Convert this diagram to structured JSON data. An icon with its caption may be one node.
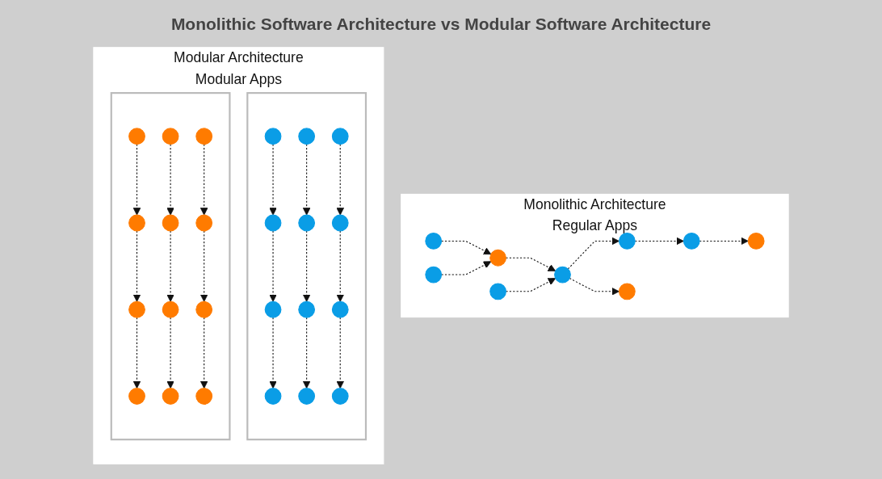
{
  "diagram": {
    "title": "Monolithic Software Architecture vs Modular Software Architecture",
    "nodes": [
      {
        "text": [
          "Monolithic Architecture",
          "Regular Apps"
        ]
      },
      {
        "text": [],
        "shape": "circle",
        "in": 0
      },
      {
        "text": [],
        "shape": "circle",
        "in": 0
      },
      {
        "text": [],
        "shape": "circle",
        "in": 0
      },
      {
        "text": [],
        "shape": "circle",
        "in": 0
      },
      {
        "text": [],
        "shape": "circle",
        "in": 0
      },
      {
        "text": [],
        "shape": "circle",
        "in": 0
      },
      {
        "text": [],
        "shape": "circle",
        "in": 0
      },
      {
        "text": [],
        "shape": "circle",
        "in": 0
      },
      {
        "text": [],
        "shape": "circle",
        "in": 0
      },
      {
        "text": [
          "Modular Architecture",
          "Modular Apps"
        ]
      },
      {
        "text": [],
        "shape": "box",
        "in": 10
      },
      {
        "text": [],
        "shape": "circle",
        "in": 11
      },
      {
        "text": [],
        "shape": "circle",
        "in": 11
      },
      {
        "text": [],
        "shape": "circle",
        "in": 11
      },
      {
        "text": [],
        "shape": "circle",
        "in": 11
      },
      {
        "text": [],
        "shape": "circle",
        "in": 11
      },
      {
        "text": [],
        "shape": "circle",
        "in": 11
      },
      {
        "text": [],
        "shape": "circle",
        "in": 11
      },
      {
        "text": [],
        "shape": "circle",
        "in": 11
      },
      {
        "text": [],
        "shape": "circle",
        "in": 11
      },
      {
        "text": [],
        "shape": "circle",
        "in": 11
      },
      {
        "text": [],
        "shape": "circle",
        "in": 11
      },
      {
        "text": [],
        "shape": "circle",
        "in": 11
      },
      {
        "text": [],
        "shape": "box",
        "in": 10
      },
      {
        "text": [],
        "shape": "circle",
        "in": 24
      },
      {
        "text": [],
        "shape": "circle",
        "in": 24
      },
      {
        "text": [],
        "shape": "circle",
        "in": 24
      },
      {
        "text": [],
        "shape": "circle",
        "in": 24
      },
      {
        "text": [],
        "shape": "circle",
        "in": 24
      },
      {
        "text": [],
        "shape": "circle",
        "in": 24
      },
      {
        "text": [],
        "shape": "circle",
        "in": 24
      },
      {
        "text": [],
        "shape": "circle",
        "in": 24
      },
      {
        "text": [],
        "shape": "circle",
        "in": 24
      },
      {
        "text": [],
        "shape": "circle",
        "in": 24
      },
      {
        "text": [],
        "shape": "circle",
        "in": 24
      },
      {
        "text": [],
        "shape": "circle",
        "in": 24
      }
    ],
    "edges": [
      {
        "from": 1,
        "to": 2,
        "arrow": "to",
        "style": "dashed"
      },
      {
        "from": 2,
        "to": 3,
        "arrow": "to",
        "style": "dashed"
      },
      {
        "from": 6,
        "to": 1,
        "arrow": "to",
        "style": "dashed"
      },
      {
        "from": 5,
        "to": 4,
        "arrow": "to",
        "style": "dashed"
      },
      {
        "from": 4,
        "to": 6,
        "arrow": "to",
        "style": "dashed"
      },
      {
        "from": 7,
        "to": 6,
        "arrow": "to",
        "style": "dashed"
      },
      {
        "from": 8,
        "to": 4,
        "arrow": "to",
        "style": "dashed"
      },
      {
        "from": 6,
        "to": 9,
        "arrow": "to",
        "style": "dashed"
      },
      {
        "from": 12,
        "to": 15,
        "arrow": "to",
        "style": "dashed"
      },
      {
        "from": 13,
        "to": 16,
        "arrow": "to",
        "style": "dashed"
      },
      {
        "from": 14,
        "to": 17,
        "arrow": "to",
        "style": "dashed"
      },
      {
        "from": 15,
        "to": 18,
        "arrow": "to",
        "style": "dashed"
      },
      {
        "from": 16,
        "to": 19,
        "arrow": "to",
        "style": "dashed"
      },
      {
        "from": 17,
        "to": 20,
        "arrow": "to",
        "style": "dashed"
      },
      {
        "from": 18,
        "to": 21,
        "arrow": "to",
        "style": "dashed"
      },
      {
        "from": 19,
        "to": 22,
        "arrow": "to",
        "style": "dashed"
      },
      {
        "from": 20,
        "to": 23,
        "arrow": "to",
        "style": "dashed"
      },
      {
        "from": 25,
        "to": 28,
        "arrow": "to",
        "style": "dashed"
      },
      {
        "from": 26,
        "to": 29,
        "arrow": "to",
        "style": "dashed"
      },
      {
        "from": 27,
        "to": 30,
        "arrow": "to",
        "style": "dashed"
      },
      {
        "from": 28,
        "to": 31,
        "arrow": "to",
        "style": "dashed"
      },
      {
        "from": 29,
        "to": 32,
        "arrow": "to",
        "style": "dashed"
      },
      {
        "from": 30,
        "to": 33,
        "arrow": "to",
        "style": "dashed"
      },
      {
        "from": 31,
        "to": 34,
        "arrow": "to",
        "style": "dashed"
      },
      {
        "from": 32,
        "to": 35,
        "arrow": "to",
        "style": "dashed"
      },
      {
        "from": 33,
        "to": 36,
        "arrow": "to",
        "style": "dashed"
      }
    ]
  }
}
